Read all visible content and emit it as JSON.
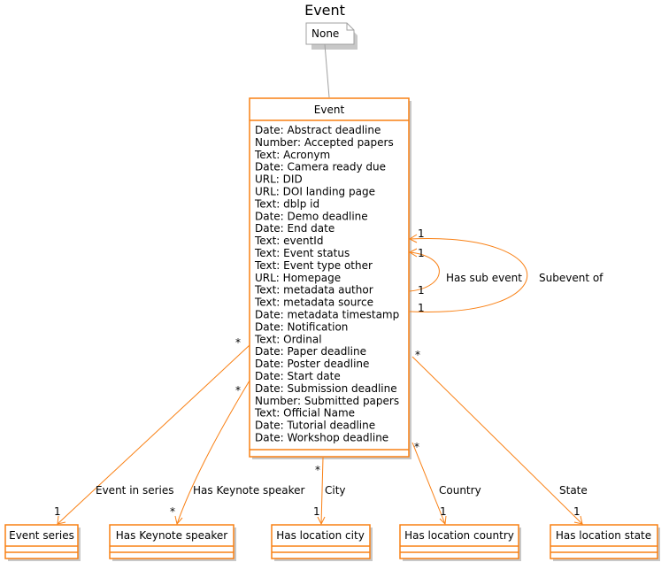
{
  "diagram": {
    "title": "Event",
    "note": "None",
    "main_class": {
      "name": "Event",
      "attributes": [
        "Date: Abstract deadline",
        "Number: Accepted papers",
        "Text: Acronym",
        "Date: Camera ready due",
        "URL: DID",
        "URL: DOI landing page",
        "Text: dblp id",
        "Date: Demo deadline",
        "Date: End date",
        "Text: eventId",
        "Text: Event status",
        "Text: Event type other",
        "URL: Homepage",
        "Text: metadata author",
        "Text: metadata source",
        "Date: metadata timestamp",
        "Date: Notification",
        "Text: Ordinal",
        "Date: Paper deadline",
        "Date: Poster deadline",
        "Date: Start date",
        "Date: Submission deadline",
        "Number: Submitted papers",
        "Text: Official Name",
        "Date: Tutorial deadline",
        "Date: Workshop deadline"
      ]
    },
    "classes": [
      "Event series",
      "Has Keynote speaker",
      "Has location city",
      "Has location country",
      "Has location state"
    ],
    "relations": [
      {
        "label": "Event in series",
        "source_mult": "*",
        "target_mult": "1"
      },
      {
        "label": "Has Keynote speaker",
        "source_mult": "*",
        "target_mult": "*"
      },
      {
        "label": "City",
        "source_mult": "*",
        "target_mult": "1"
      },
      {
        "label": "Country",
        "source_mult": "*",
        "target_mult": "1"
      },
      {
        "label": "State",
        "source_mult": "*",
        "target_mult": "1"
      }
    ],
    "self_relations": [
      {
        "label": "Has sub event",
        "source_mult": "1",
        "target_mult": "1"
      },
      {
        "label": "Subevent of",
        "source_mult": "1",
        "target_mult": "1"
      }
    ]
  }
}
